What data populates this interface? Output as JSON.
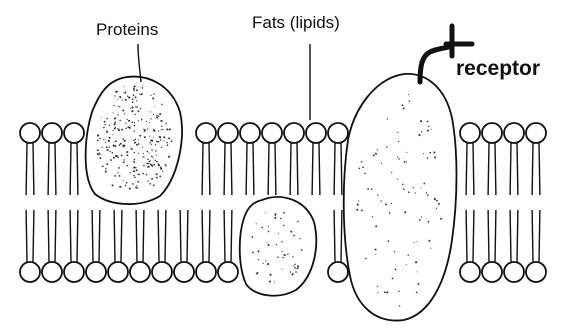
{
  "labels": {
    "proteins": "Proteins",
    "fats": "Fats (lipids)",
    "receptor": "receptor"
  },
  "colors": {
    "ink": "#111111",
    "background": "#ffffff",
    "protein_fill": "#ffffff",
    "stipple": "#333333"
  },
  "icons": {
    "receptor": "receptor-icon"
  }
}
